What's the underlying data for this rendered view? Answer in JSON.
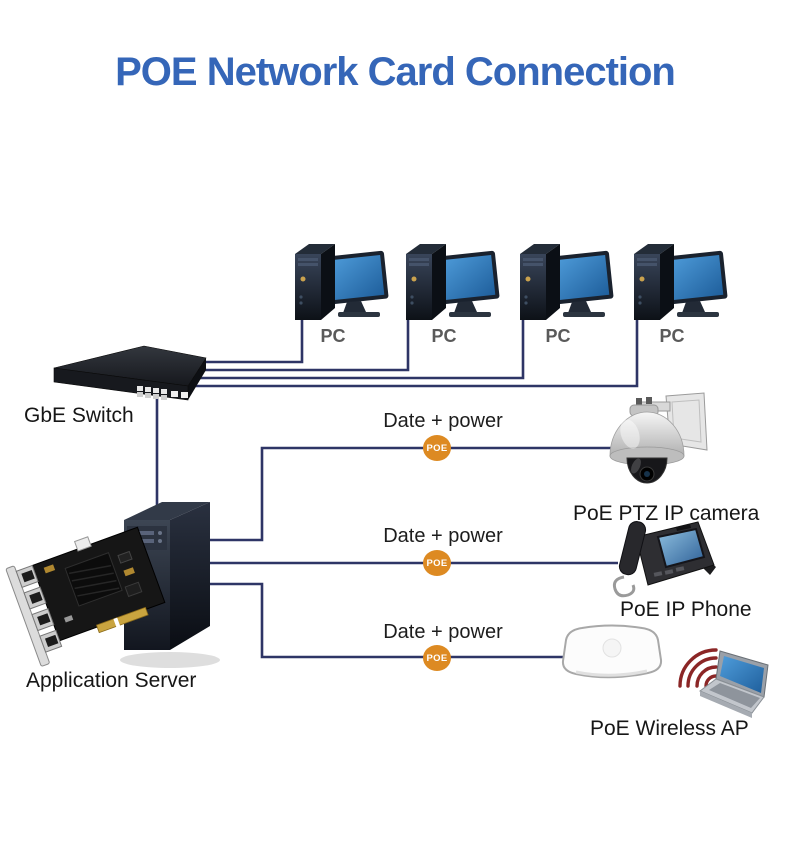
{
  "title": "POE Network Card Connection",
  "labels": {
    "switch": "GbE Switch",
    "server": "Application Server",
    "camera": "PoE PTZ IP camera",
    "phone": "PoE IP Phone",
    "ap": "PoE Wireless AP"
  },
  "pcs": [
    {
      "label": "PC"
    },
    {
      "label": "PC"
    },
    {
      "label": "PC"
    },
    {
      "label": "PC"
    }
  ],
  "links": [
    {
      "label": "Date + power",
      "badge": "POE"
    },
    {
      "label": "Date + power",
      "badge": "POE"
    },
    {
      "label": "Date + power",
      "badge": "POE"
    }
  ],
  "colors": {
    "title": "#3566b8",
    "cable": "#2e3566",
    "poe_badge": "#dd8a22",
    "wifi": "#8b2626"
  }
}
